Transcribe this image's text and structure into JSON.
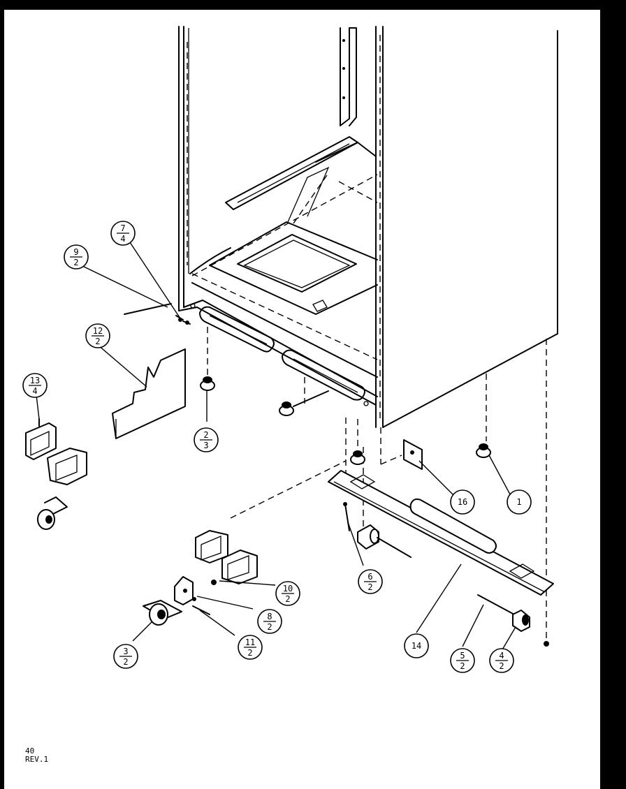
{
  "callouts": [
    {
      "id": "c1",
      "top": "1"
    },
    {
      "id": "c2",
      "top": "2",
      "bottom": "3"
    },
    {
      "id": "c3",
      "top": "3",
      "bottom": "2"
    },
    {
      "id": "c4",
      "top": "4",
      "bottom": "2"
    },
    {
      "id": "c5",
      "top": "5",
      "bottom": "2"
    },
    {
      "id": "c6",
      "top": "6",
      "bottom": "2"
    },
    {
      "id": "c7",
      "top": "7",
      "bottom": "4"
    },
    {
      "id": "c8",
      "top": "8",
      "bottom": "2"
    },
    {
      "id": "c9",
      "top": "9",
      "bottom": "2"
    },
    {
      "id": "c10",
      "top": "10",
      "bottom": "2"
    },
    {
      "id": "c11",
      "top": "11",
      "bottom": "2"
    },
    {
      "id": "c12",
      "top": "12",
      "bottom": "2"
    },
    {
      "id": "c13",
      "top": "13",
      "bottom": "4"
    },
    {
      "id": "c14",
      "top": "14"
    },
    {
      "id": "c16",
      "top": "16"
    }
  ],
  "footer": {
    "page": "40",
    "revision": "REV.1"
  }
}
